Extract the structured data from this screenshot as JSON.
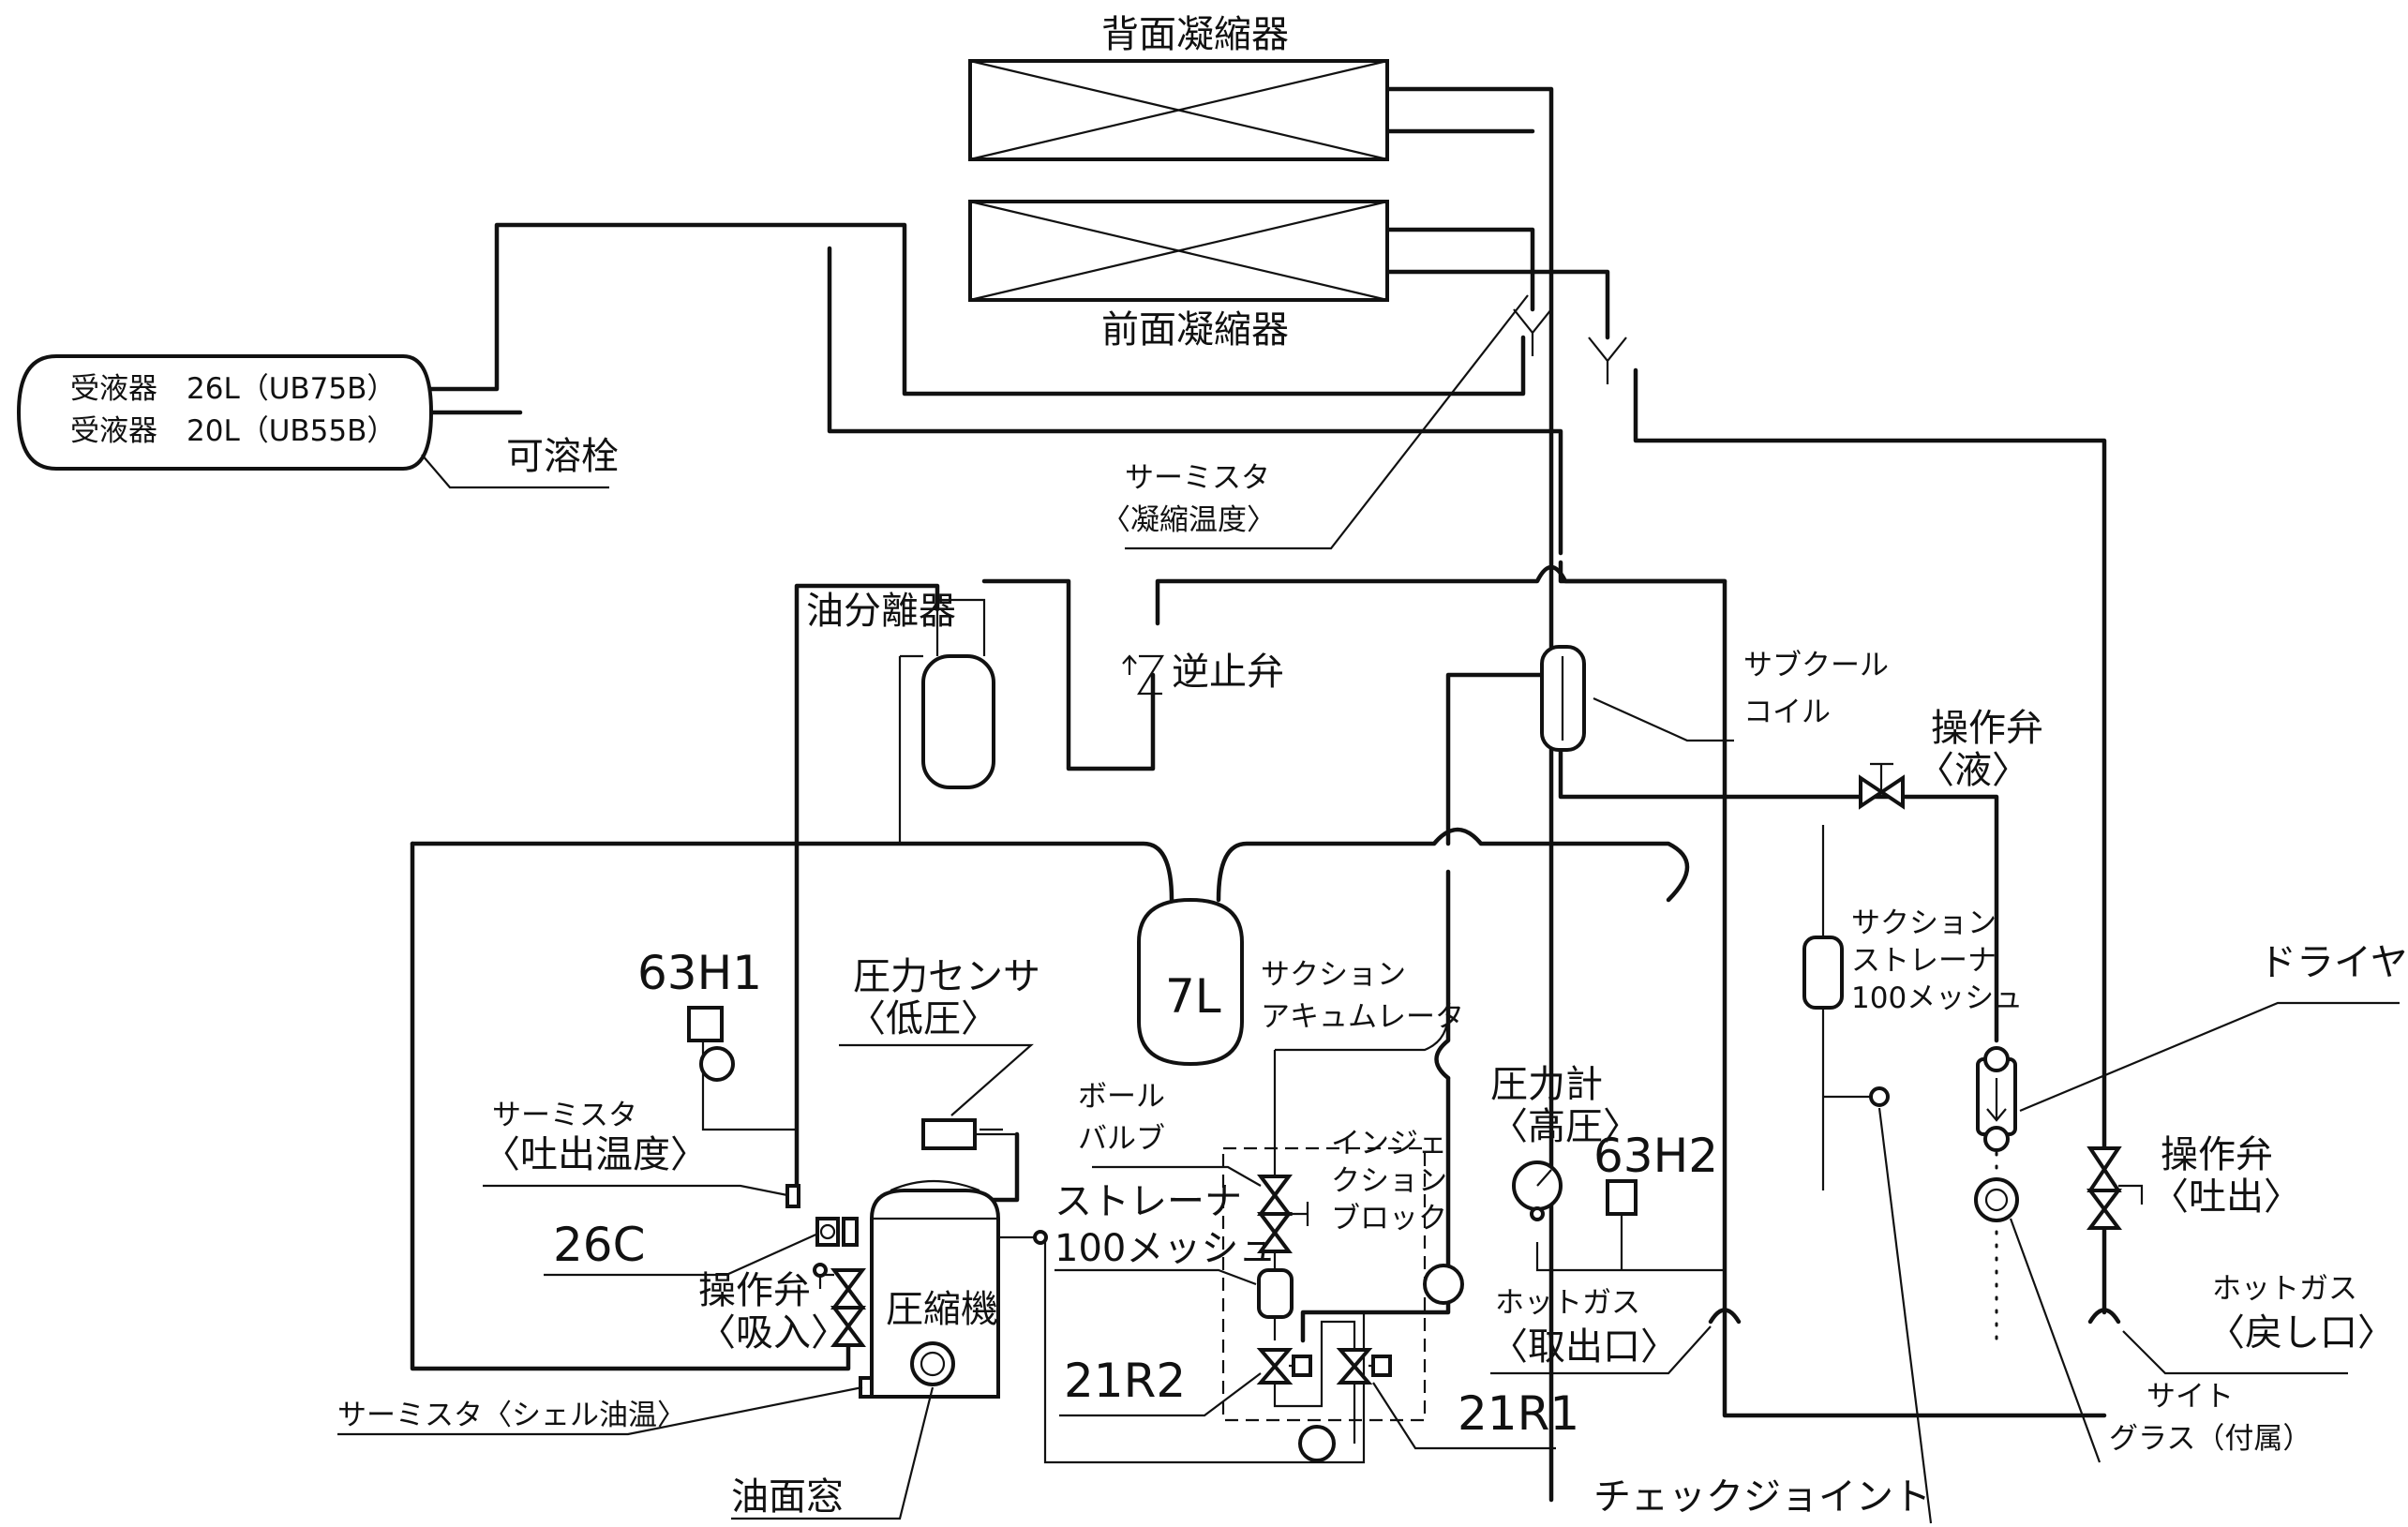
{
  "labels": {
    "rear_condenser": "背面凝縮器",
    "front_condenser": "前面凝縮器",
    "receiver_line1": "受液器　26L（UB75B）",
    "receiver_line2": "受液器　20L（UB55B）",
    "fusible_plug": "可溶栓",
    "thermistor_cond_1": "サーミスタ",
    "thermistor_cond_2": "〈凝縮温度〉",
    "oil_separator": "油分離器",
    "check_valve": "逆止弁",
    "subcool_1": "サブクール",
    "subcool_2": "コイル",
    "op_valve_liq_1": "操作弁",
    "op_valve_liq_2": "〈液〉",
    "h1": "63H1",
    "pressure_sensor_1": "圧力センサ",
    "pressure_sensor_2": "〈低圧〉",
    "accumulator_size": "7L",
    "accumulator_1": "サクション",
    "accumulator_2": "アキュムレータ",
    "suction_strainer_1": "サクション",
    "suction_strainer_2": "ストレーナ",
    "suction_strainer_3": "100メッシュ",
    "dryer": "ドライヤ",
    "thermistor_dis_1": "サーミスタ",
    "thermistor_dis_2": "〈吐出温度〉",
    "c26": "26C",
    "op_valve_suc_1": "操作弁",
    "op_valve_suc_2": "〈吸入〉",
    "compressor": "圧縮機",
    "ball_valve_1": "ボール",
    "ball_valve_2": "バルブ",
    "injection_block_1": "インジェ",
    "injection_block_2": "クション",
    "injection_block_3": "ブロック",
    "strainer_1": "ストレーナ",
    "strainer_2": "100メッシュ",
    "pressure_gauge_1": "圧力計",
    "pressure_gauge_2": "〈高圧〉",
    "h2": "63H2",
    "op_valve_dis_1": "操作弁",
    "op_valve_dis_2": "〈吐出〉",
    "hotgas_out_1": "ホットガス",
    "hotgas_out_2": "〈取出口〉",
    "hotgas_ret_1": "ホットガス",
    "hotgas_ret_2": "〈戻し口〉",
    "thermistor_oil": "サーミスタ〈シェル油温〉",
    "r2": "21R2",
    "r1": "21R1",
    "sight_glass_1": "サイト",
    "sight_glass_2": "グラス（付属）",
    "oil_window": "油面窓",
    "check_joint": "チェックジョイント"
  }
}
